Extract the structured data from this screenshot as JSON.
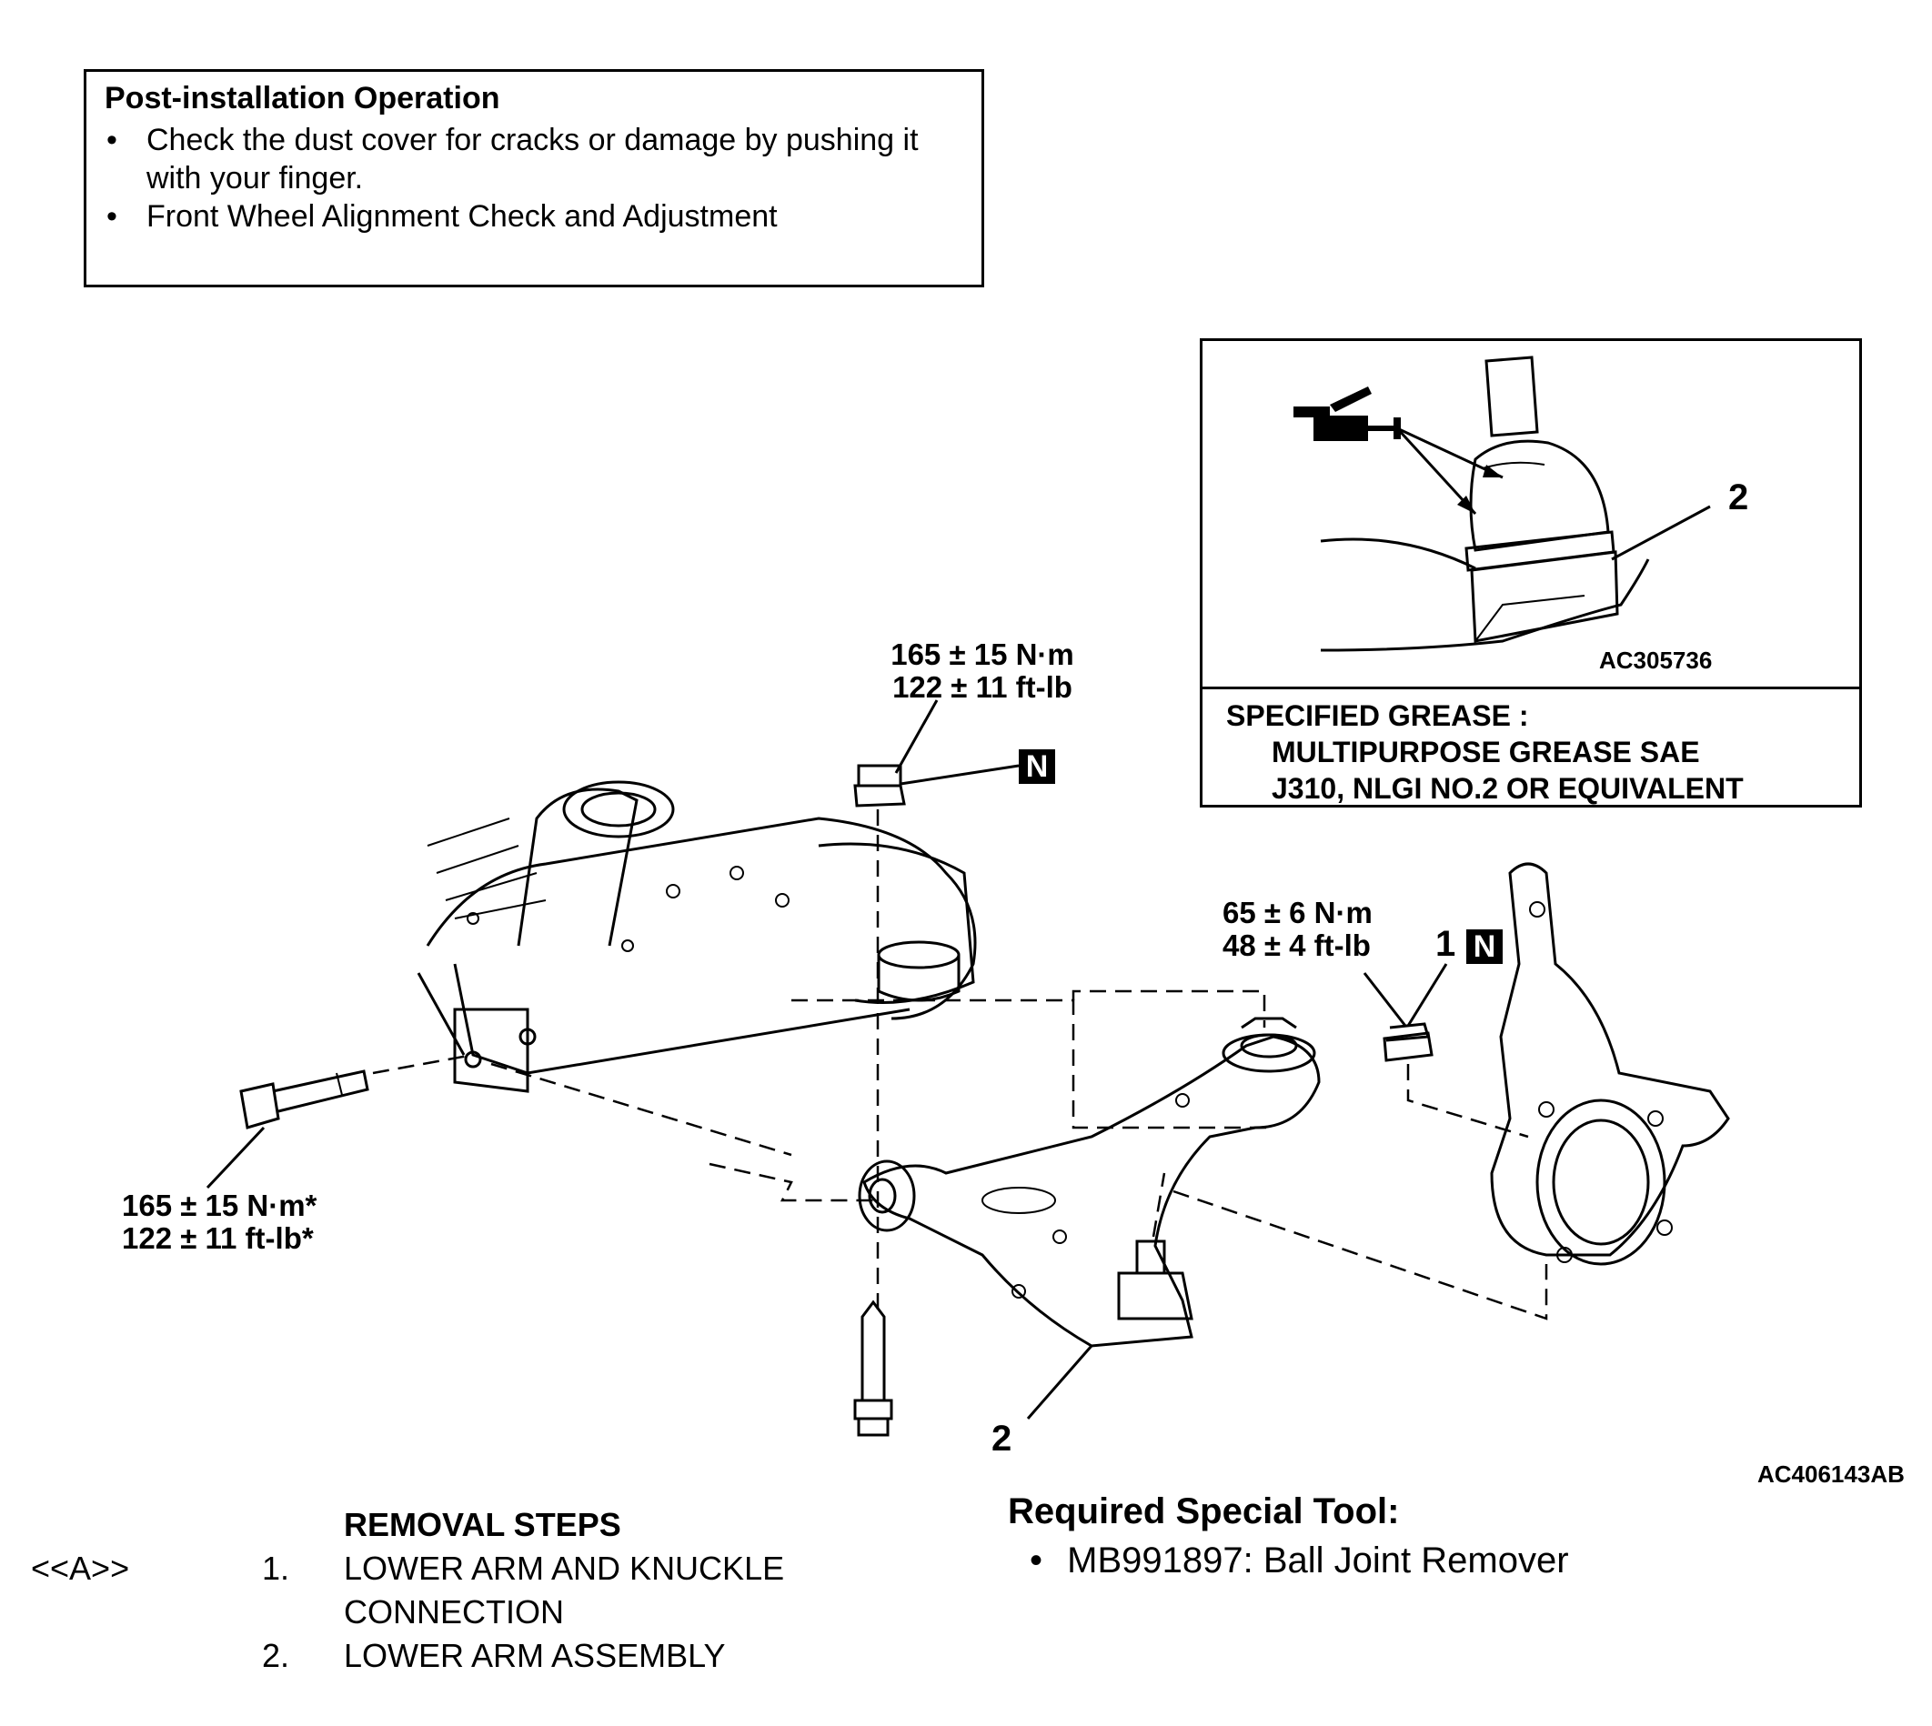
{
  "post_installation": {
    "title": "Post-installation Operation",
    "items": [
      "Check the dust cover for cracks or damage by pushing it with your finger.",
      "Front Wheel Alignment Check and Adjustment"
    ]
  },
  "grease_inset": {
    "callout": "2",
    "figure_code": "AC305736",
    "spec_line1": "SPECIFIED GREASE :",
    "spec_line2": "MULTIPURPOSE GREASE SAE",
    "spec_line3": "J310, NLGI NO.2 OR EQUIVALENT"
  },
  "torques": {
    "top_line1": "165 ± 15 N·m",
    "top_line2": "122 ± 11 ft-lb",
    "left_line1": "165 ± 15 N·m*",
    "left_line2": "122 ± 11 ft-lb*",
    "right_line1": "65 ± 6 N·m",
    "right_line2": "48 ± 4 ft-lb"
  },
  "callouts": {
    "nut_badge_top": "N",
    "nut_callout_number": "1",
    "nut_badge_right": "N",
    "arm_callout_number": "2"
  },
  "figure_code": "AC406143AB",
  "removal": {
    "heading": "REMOVAL STEPS",
    "marker": "<<A>>",
    "steps": [
      {
        "num": "1.",
        "line1": "LOWER ARM AND KNUCKLE",
        "line2": "CONNECTION"
      },
      {
        "num": "2.",
        "line1": "LOWER ARM ASSEMBLY",
        "line2": ""
      }
    ]
  },
  "special_tool": {
    "heading": "Required Special Tool:",
    "items": [
      "MB991897: Ball Joint Remover"
    ]
  }
}
